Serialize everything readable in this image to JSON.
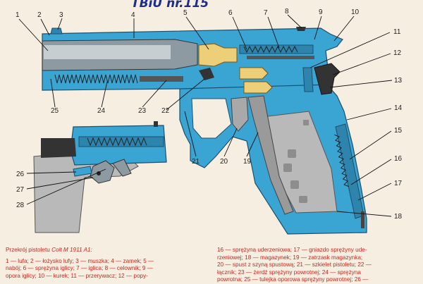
{
  "header": {
    "series": "TBiU nr.115"
  },
  "callouts": [
    "1",
    "2",
    "3",
    "4",
    "5",
    "6",
    "7",
    "8",
    "9",
    "10",
    "11",
    "12",
    "13",
    "14",
    "15",
    "16",
    "17",
    "18",
    "19",
    "20",
    "21",
    "22",
    "23",
    "24",
    "25",
    "26",
    "27",
    "28"
  ],
  "caption": {
    "title_prefix": "Przekrój pistoletu ",
    "model": "Colt M 1911 A1:",
    "left_lines": [
      "1 — lufa; 2 — łożysko lufy; 3 — muszka; 4 — zamek; 5 —",
      "nabój; 6 — sprężyna iglicy; 7 — iglica; 8 — celownik; 9 —",
      "opora iglicy; 10 — kurek; 11 — przerywacz; 12 — popy-"
    ],
    "right_lines": [
      "16 — sprężyna uderzeniowa; 17 — gniazdo sprężyny ude-",
      "rzeniowej; 18 — magazynek; 19 — zatrzask magazynka;",
      "20 — spust z szyną spustową; 21 — szkielet pistoletu; 22 —",
      "łącznik; 23 — żerdź sprężyny powrotnej; 24 — sprężyna",
      "powrotna; 25 — tulejka oporowa sprężyny powrotnej; 26 —"
    ]
  },
  "colors": {
    "steel_blue": "#3aa4d2",
    "grip_grey": "#b9b9b9",
    "bore_grey": "#8e9aa1",
    "brass": "#eccf78",
    "caption_red": "#c2281f",
    "title_blue": "#1e2c8c"
  }
}
